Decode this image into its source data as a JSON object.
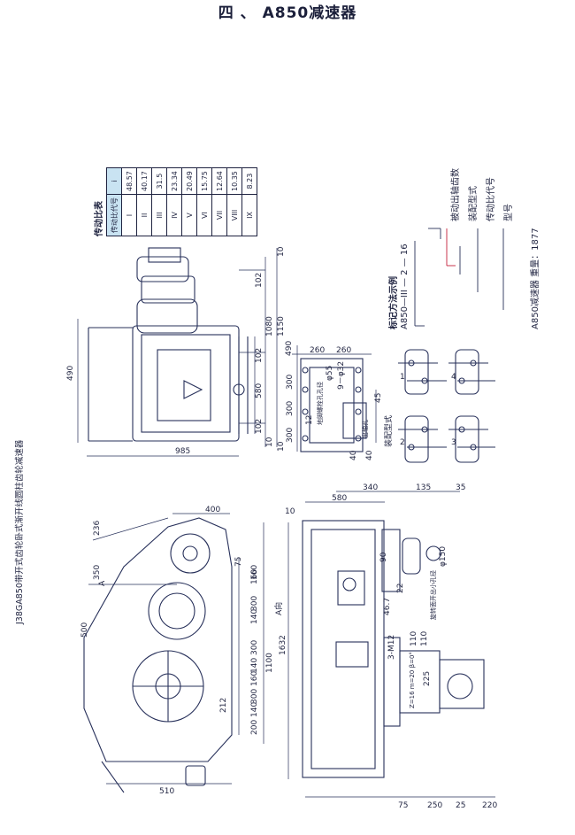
{
  "page": {
    "title": "四 、 A850减速器",
    "side_caption": "J38GA850带开式齿轮卧式渐开线圆柱齿轮减速器"
  },
  "ratio_table": {
    "caption": "传动比表",
    "header": [
      "传动比代号",
      "i"
    ],
    "rows": [
      [
        "I",
        "48.57"
      ],
      [
        "II",
        "40.17"
      ],
      [
        "III",
        "31.5"
      ],
      [
        "IV",
        "23.34"
      ],
      [
        "V",
        "20.49"
      ],
      [
        "VI",
        "15.75"
      ],
      [
        "VII",
        "12.64"
      ],
      [
        "VIII",
        "10.35"
      ],
      [
        "IX",
        "8.23"
      ]
    ]
  },
  "notation": {
    "heading": "标记方法示例",
    "example": "A850—III — 2 — 16",
    "parts": [
      "被动出轴齿数",
      "装配型式",
      "传动比代号",
      "型号"
    ],
    "bottom": "A850减速器 重量：1877"
  },
  "assembly": {
    "caption": "装配型式",
    "types": [
      "1",
      "2",
      "3",
      "4"
    ]
  },
  "top_view": {
    "dims": [
      "985",
      "490",
      "580",
      "1080",
      "1150",
      "10",
      "102",
      "10",
      "102",
      "10",
      "102"
    ]
  },
  "base_view": {
    "dims": [
      "490",
      "260",
      "260",
      "300",
      "300",
      "300",
      "φ55",
      "9－φ32",
      "45",
      "40",
      "40",
      "12"
    ],
    "note1": "地脚螺栓孔孔径",
    "note2": "出轴孔"
  },
  "side_view": {
    "dims": [
      "400",
      "236",
      "350",
      "500",
      "1632",
      "1100",
      "300",
      "140",
      "160",
      "300",
      "140",
      "160",
      "300",
      "140",
      "160",
      "200",
      "212",
      "510",
      "75",
      "A向",
      "A"
    ]
  },
  "front_view": {
    "dims": [
      "580",
      "340",
      "135",
      "35",
      "10",
      "φ150",
      "90",
      "22",
      "46.7",
      "3-M12",
      "110",
      "110",
      "220",
      "25",
      "250",
      "75"
    ],
    "note": "旋转面开出小孔径",
    "gear_note": "Z=16 m=20 β=0°",
    "gear_dim": "225"
  }
}
